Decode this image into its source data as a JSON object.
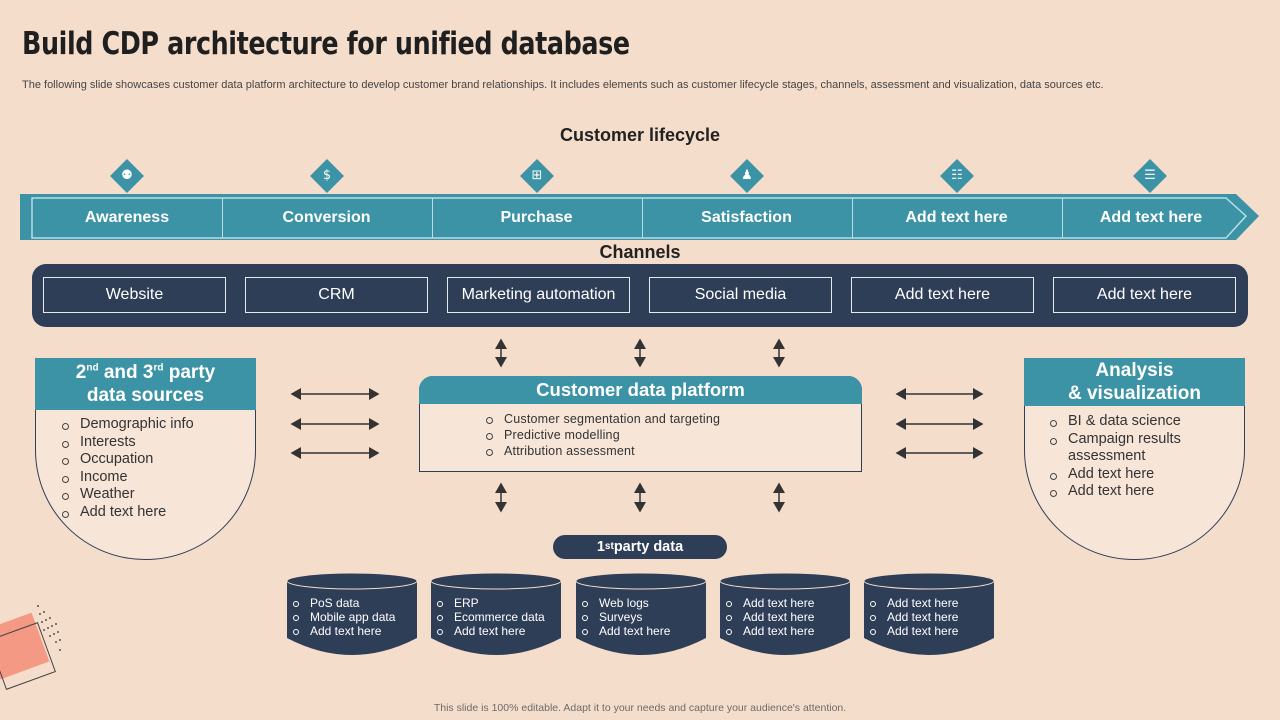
{
  "title": "Build CDP architecture for unified database",
  "subtitle": "The following slide showcases customer data platform architecture to develop customer brand relationships. It includes elements such as customer lifecycle stages, channels, assessment and visualization, data sources etc.",
  "lifecycle": {
    "heading": "Customer lifecycle",
    "stages": [
      {
        "label": "Awareness",
        "icon": "people-network-icon"
      },
      {
        "label": "Conversion",
        "icon": "funnel-dollar-icon"
      },
      {
        "label": "Purchase",
        "icon": "shopping-cart-icon"
      },
      {
        "label": "Satisfaction",
        "icon": "team-icon"
      },
      {
        "label": "Add text here",
        "icon": "clipboard-icon"
      },
      {
        "label": "Add text here",
        "icon": "checklist-icon"
      }
    ]
  },
  "channels": {
    "heading": "Channels",
    "items": [
      "Website",
      "CRM",
      "Marketing automation",
      "Social media",
      "Add text here",
      "Add text here"
    ]
  },
  "third_party": {
    "header_pre": "2",
    "header_sup1": "nd",
    "header_mid": " and 3",
    "header_sup2": "rd",
    "header_post": " party",
    "header_line2": "data sources",
    "items": [
      "Demographic info",
      "Interests",
      "Occupation",
      "Income",
      "Weather",
      "Add text here"
    ]
  },
  "cdp": {
    "header": "Customer data platform",
    "items": [
      "Customer segmentation and targeting",
      "Predictive modelling",
      "Attribution assessment"
    ]
  },
  "analysis": {
    "header_line1": "Analysis",
    "header_line2": "& visualization",
    "items": [
      "BI & data science",
      "Campaign results assessment",
      "Add text here",
      "Add text here"
    ]
  },
  "first_party": {
    "label_pre": "1",
    "label_sup": "st",
    "label_post": " party data",
    "cylinders": [
      [
        "PoS data",
        "Mobile app data",
        "Add text here"
      ],
      [
        "ERP",
        "Ecommerce data",
        "Add text here"
      ],
      [
        "Web logs",
        "Surveys",
        "Add text here"
      ],
      [
        "Add text here",
        "Add text here",
        "Add text here"
      ],
      [
        "Add text here",
        "Add text here",
        "Add text here"
      ]
    ]
  },
  "footer": "This slide is 100% editable. Adapt it to your needs and capture your audience's attention.",
  "colors": {
    "teal": "#3d93a6",
    "navy": "#2e3e57",
    "background": "#f5ddcc"
  }
}
